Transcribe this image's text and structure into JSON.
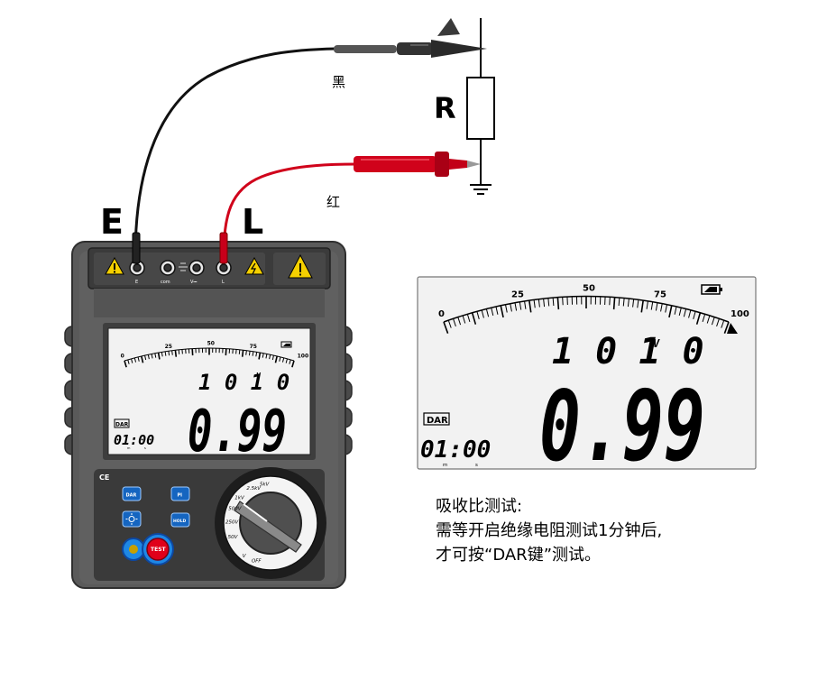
{
  "labels": {
    "terminal_e": "E",
    "terminal_l": "L",
    "resistor": "R",
    "black_lead": "黑",
    "red_lead": "红"
  },
  "meter": {
    "ce_mark": "CE",
    "terminals": {
      "e": "E",
      "com": "com",
      "v": "V⎓",
      "l": "L"
    },
    "buttons": {
      "dar": "DAR",
      "pi": "PI",
      "hold": "HOLD",
      "test": "TEST"
    },
    "dial_positions": [
      "50V",
      "250V",
      "500V",
      "1kV",
      "2.5kV",
      "5kV",
      "V",
      "OFF"
    ]
  },
  "display": {
    "scale_ticks": [
      "0",
      "25",
      "50",
      "75",
      "100"
    ],
    "voltage": "1010",
    "voltage_unit": "V",
    "reading": "0.99",
    "mode_badge": "DAR",
    "timer": "01:00",
    "timer_sub": [
      "m",
      "s"
    ]
  },
  "note": {
    "line1": "吸收比测试:",
    "line2": "需等开启绝缘电阻测试1分钟后,",
    "line3": "才可按“DAR键”测试。"
  },
  "colors": {
    "meter_body": "#5a5a5a",
    "lcd_bg": "#f2f2f2",
    "red_lead": "#d0021b",
    "black_lead": "#2a2a2a",
    "button_blue": "#1565c0",
    "test_red": "#e0001a",
    "warning_yellow": "#f5d000"
  }
}
